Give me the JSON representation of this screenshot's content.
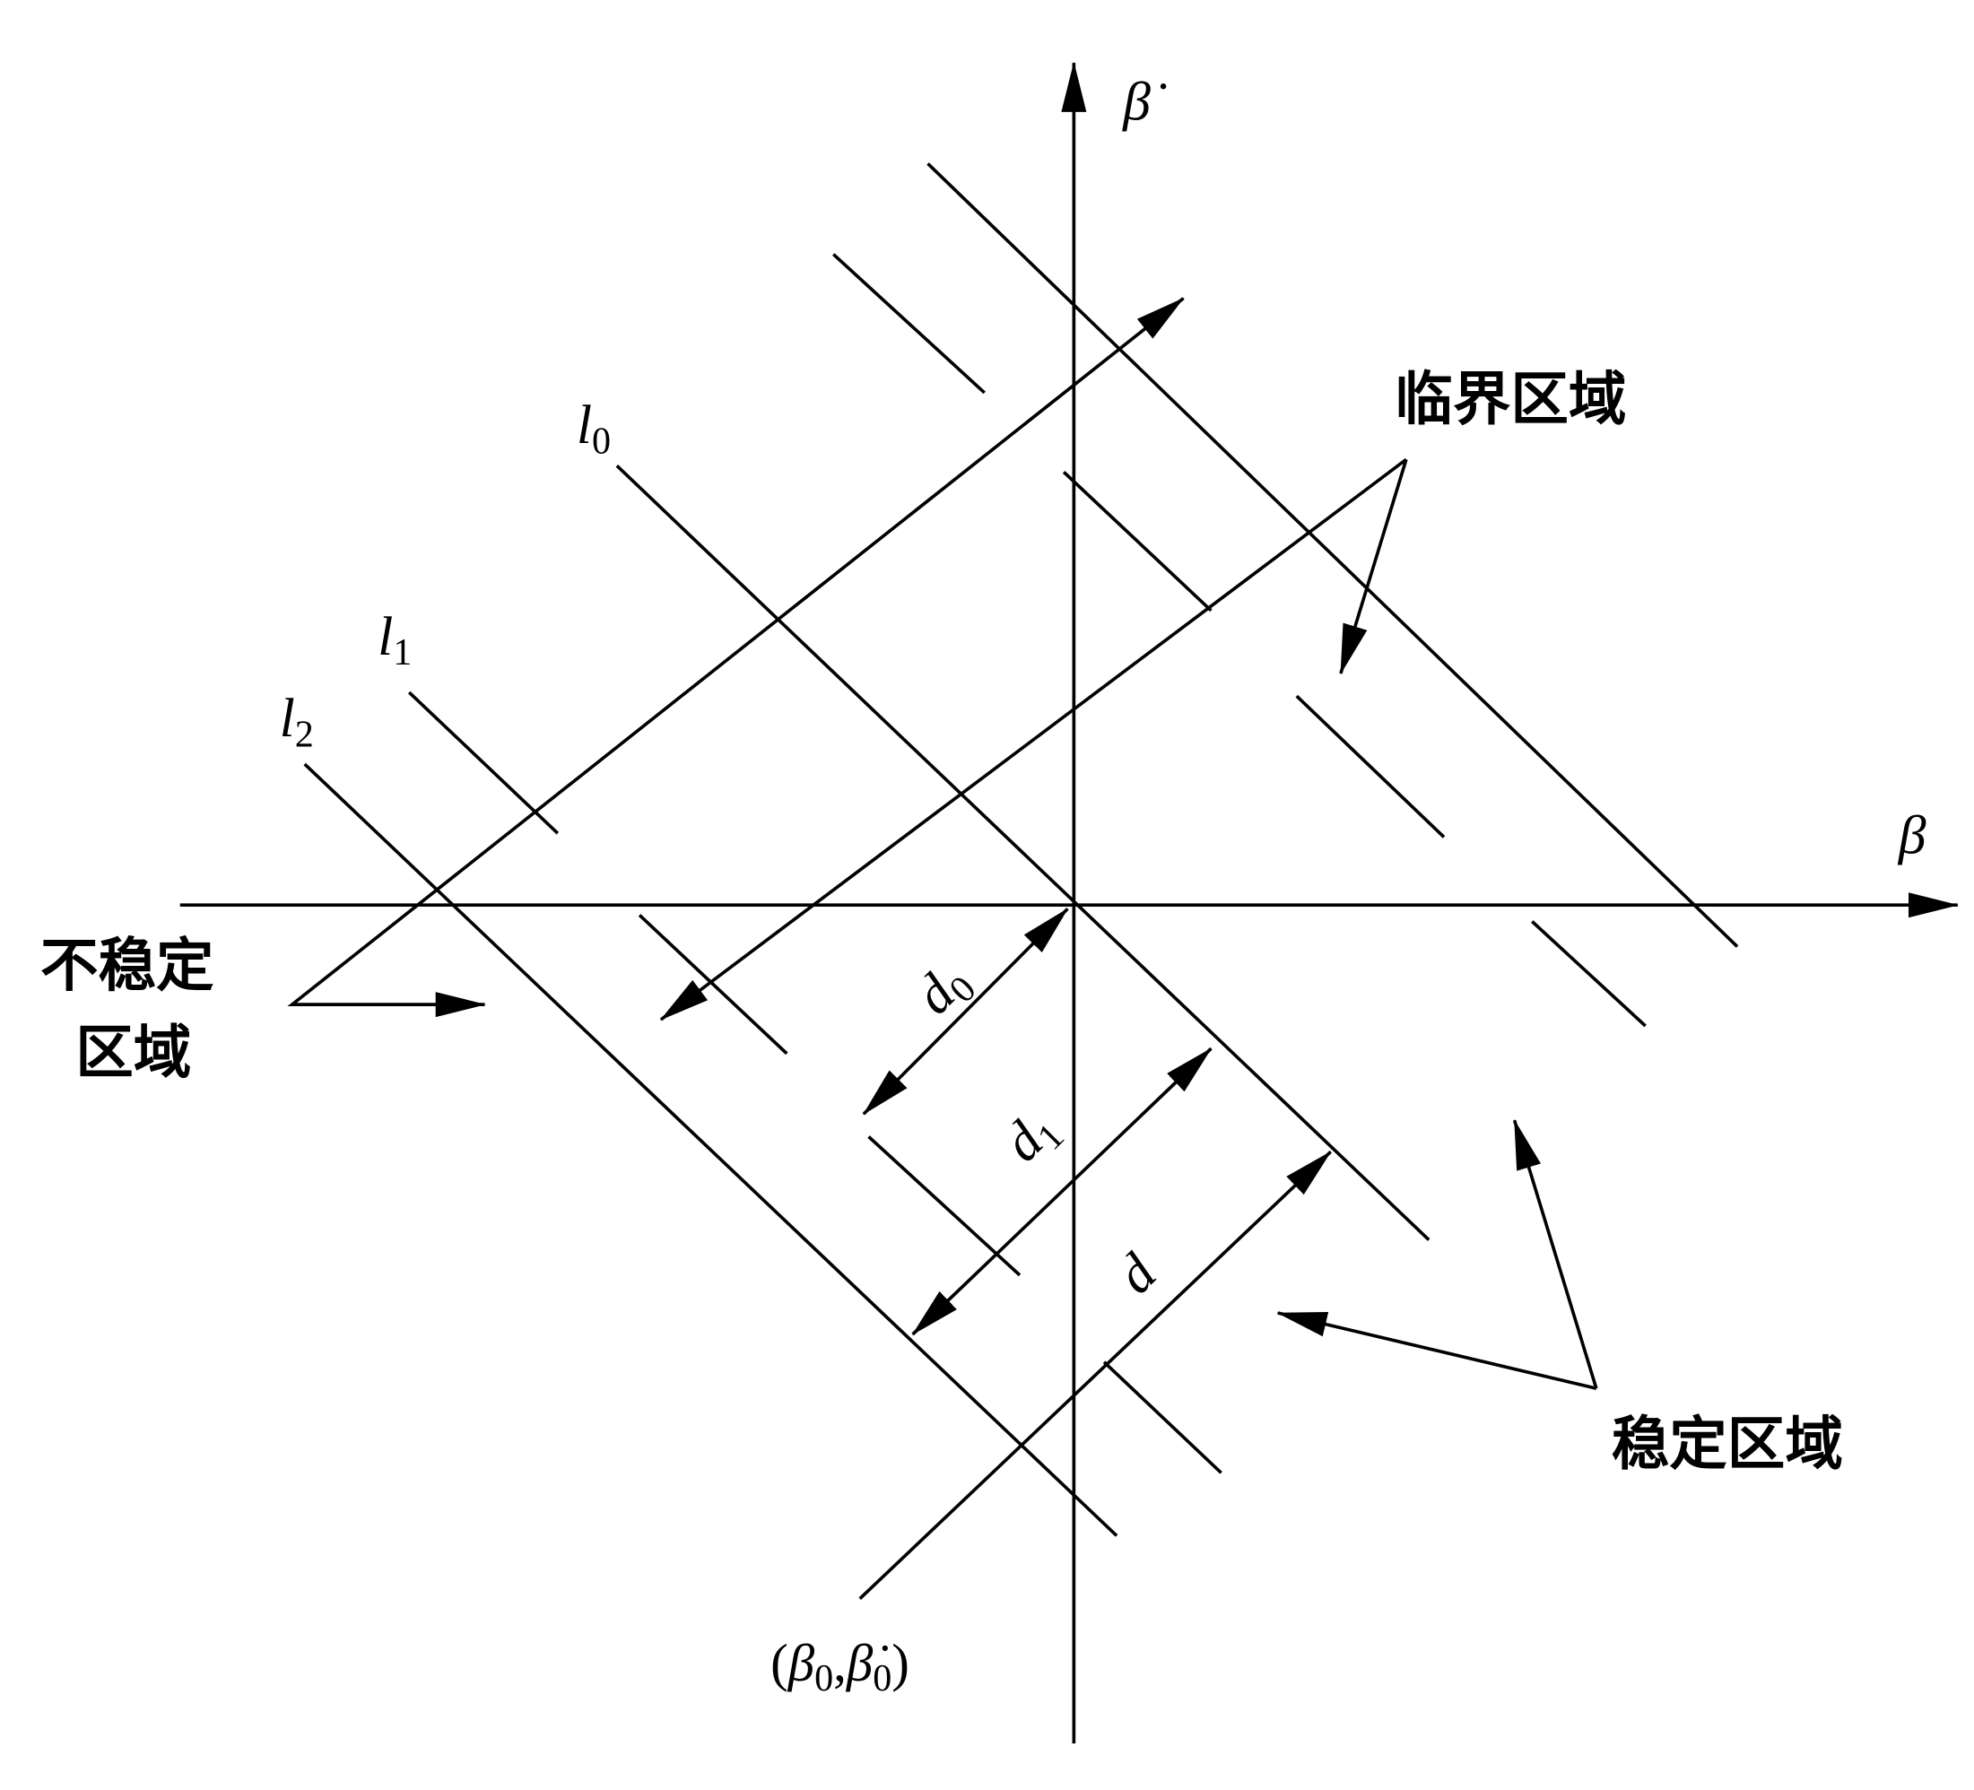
{
  "axes": {
    "x_label": "β",
    "y_label": "β̇"
  },
  "lines": {
    "l0": {
      "base": "l",
      "sub": "0"
    },
    "l1": {
      "base": "l",
      "sub": "1"
    },
    "l2": {
      "base": "l",
      "sub": "2"
    }
  },
  "distances": {
    "d0": {
      "base": "d",
      "sub": "0"
    },
    "d1": {
      "base": "d",
      "sub": "1"
    },
    "d": {
      "base": "d"
    }
  },
  "regions": {
    "critical": "临界区域",
    "unstable_line1": "不稳定",
    "unstable_line2": "区域",
    "stable": "稳定区域"
  },
  "initial_point": {
    "open": "(",
    "beta": "β",
    "sub0": "0",
    "comma": ",",
    "beta_dot": "β̇",
    "sub1": "0",
    "close": ")"
  }
}
